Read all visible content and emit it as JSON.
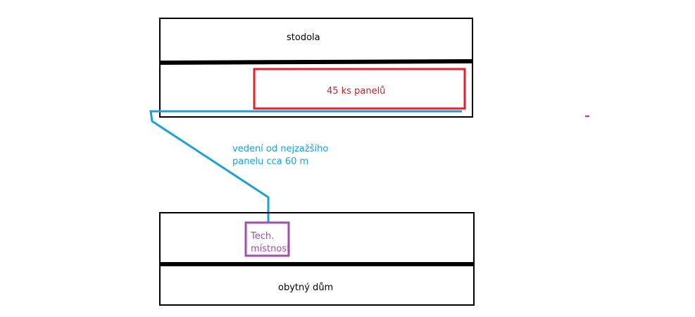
{
  "diagram": {
    "barn": {
      "label": "stodola"
    },
    "panels": {
      "label": "45 ks panelů"
    },
    "cable": {
      "label_line1": "vedení od nejzažšího",
      "label_line2": "panelu cca 60 m"
    },
    "tech_room": {
      "label_line1": "Tech.",
      "label_line2": "místnost"
    },
    "house": {
      "label": "obytný dům"
    }
  },
  "colors": {
    "outline": "#000000",
    "panels": "#e0222c",
    "cable": "#1aa2d8",
    "tech_room": "#a14eb0"
  }
}
